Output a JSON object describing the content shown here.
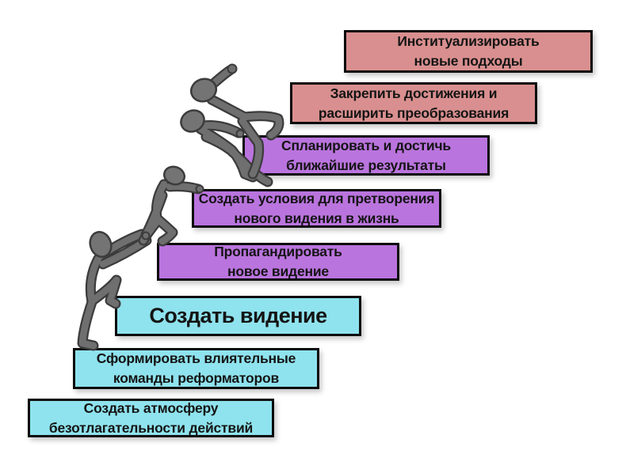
{
  "diagram": {
    "name": "change-management-staircase",
    "language": "ru",
    "steps": [
      {
        "order": 1,
        "label": "Создать атмосферу\nбезотлагательности действий",
        "color": "#8fe3ee"
      },
      {
        "order": 2,
        "label": "Сформировать влиятельные\nкоманды реформаторов",
        "color": "#8fe3ee"
      },
      {
        "order": 3,
        "label": "Создать видение",
        "color": "#8fe3ee"
      },
      {
        "order": 4,
        "label": "Пропагандировать\nновое видение",
        "color": "#ba74de"
      },
      {
        "order": 5,
        "label": "Создать условия для претворения\nнового видения в жизнь",
        "color": "#ba74de"
      },
      {
        "order": 6,
        "label": "Спланировать и достичь\nближайшие результаты",
        "color": "#ba74de"
      },
      {
        "order": 7,
        "label": "Закрепить достижения и\nрасширить преобразования",
        "color": "#d98f8f"
      },
      {
        "order": 8,
        "label": "Институализировать\nновые подходы",
        "color": "#d98f8f"
      }
    ],
    "colors": {
      "bottom_steps": "#8fe3ee",
      "middle_steps": "#ba74de",
      "top_steps": "#d98f8f",
      "border": "#0c0c0c",
      "figure_gray": "#6f6f6f",
      "figure_outline": "#3c3c3c",
      "background": "#ffffff"
    },
    "figures": [
      {
        "name": "climber-figure-celebrating",
        "description": "silhouette with raised fist near top step"
      },
      {
        "name": "climber-figure-crawling",
        "description": "silhouette crawling up between middle steps"
      },
      {
        "name": "climber-figure-helping",
        "description": "silhouette kneeling, reaching hand down"
      },
      {
        "name": "climber-figure-being-pulled",
        "description": "silhouette below, arms stretched up, being pulled"
      }
    ]
  }
}
